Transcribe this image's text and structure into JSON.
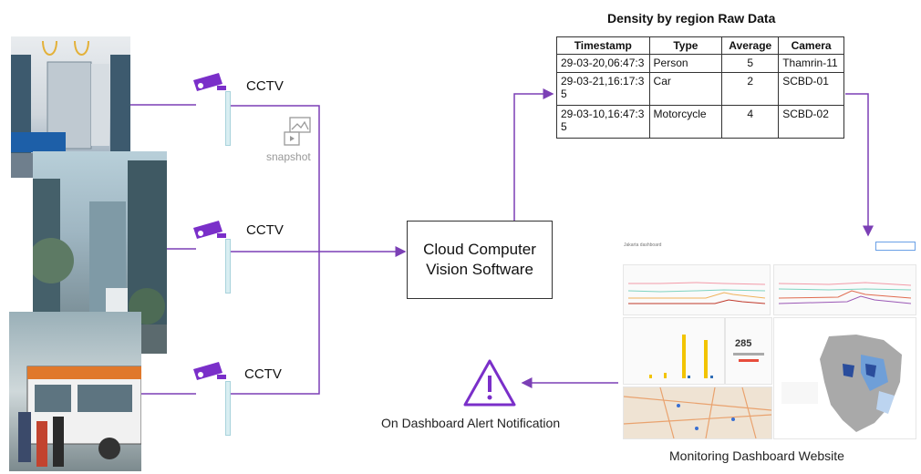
{
  "cameras": [
    {
      "label": "CCTV"
    },
    {
      "label": "CCTV"
    },
    {
      "label": "CCTV"
    }
  ],
  "snapshot_label": "snapshot",
  "cloud_box": {
    "line1": "Cloud Computer",
    "line2": "Vision Software"
  },
  "raw_data": {
    "title": "Density by region Raw Data",
    "headers": [
      "Timestamp",
      "Type",
      "Average",
      "Camera"
    ],
    "rows": [
      [
        "29-03-20,06:47:3",
        "Person",
        "5",
        "Thamrin-11"
      ],
      [
        "29-03-21,16:17:3\n5",
        "Car",
        "2",
        "SCBD-01"
      ],
      [
        "29-03-10,16:47:3\n5",
        "Motorcycle",
        "4",
        "SCBD-02"
      ]
    ]
  },
  "dashboard": {
    "caption": "Monitoring Dashboard Website",
    "header_text": "Jakarta dashboard",
    "big_number": "285"
  },
  "alert": {
    "caption": "On Dashboard Alert Notification"
  },
  "colors": {
    "connector": "#7b3fb5",
    "camera": "#7a2fc9",
    "alert": "#7a2fc9"
  }
}
